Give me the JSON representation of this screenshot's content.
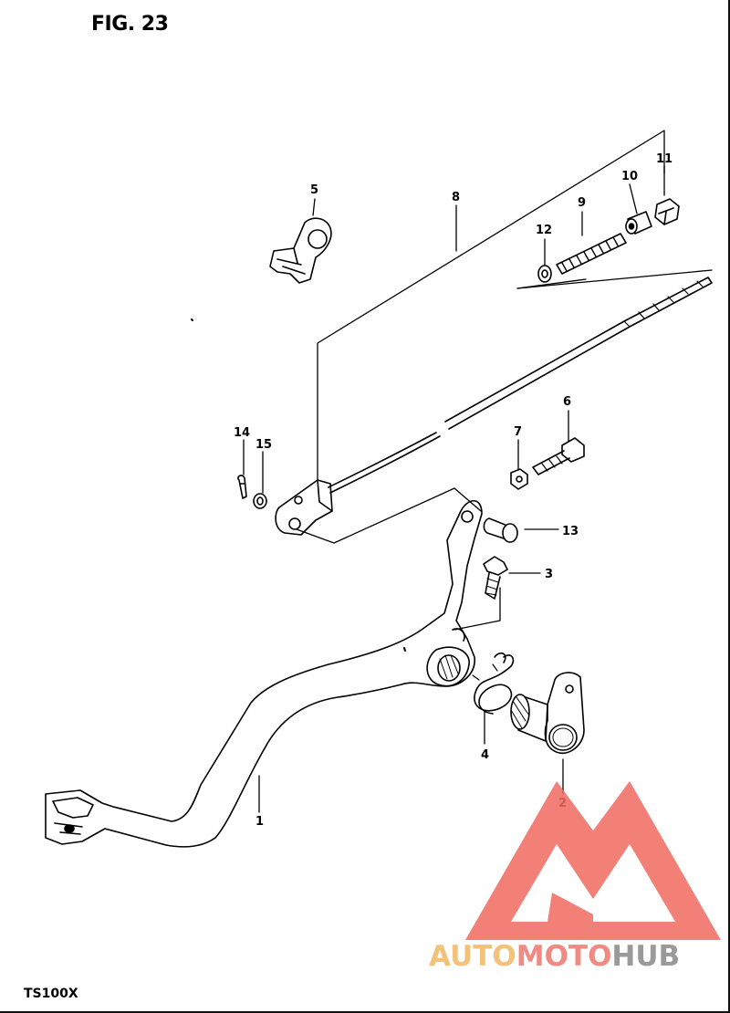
{
  "figure": {
    "title": "FIG. 23",
    "model": "TS100X"
  },
  "callouts": [
    {
      "id": "c1",
      "label": "1"
    },
    {
      "id": "c2",
      "label": "2"
    },
    {
      "id": "c3",
      "label": "3"
    },
    {
      "id": "c4",
      "label": "4"
    },
    {
      "id": "c5",
      "label": "5"
    },
    {
      "id": "c6",
      "label": "6"
    },
    {
      "id": "c7",
      "label": "7"
    },
    {
      "id": "c8",
      "label": "8"
    },
    {
      "id": "c9",
      "label": "9"
    },
    {
      "id": "c10",
      "label": "10"
    },
    {
      "id": "c11",
      "label": "11"
    },
    {
      "id": "c12",
      "label": "12"
    },
    {
      "id": "c13",
      "label": "13"
    },
    {
      "id": "c14",
      "label": "14"
    },
    {
      "id": "c15",
      "label": "15"
    }
  ],
  "watermark": {
    "auto": "AUTO",
    "moto": "MOTO",
    "hub": "HUB",
    "colors": {
      "auto": "#f2c27a",
      "moto": "#f08a82",
      "hub": "#9a9a9a",
      "logo": "#f06a60"
    }
  }
}
